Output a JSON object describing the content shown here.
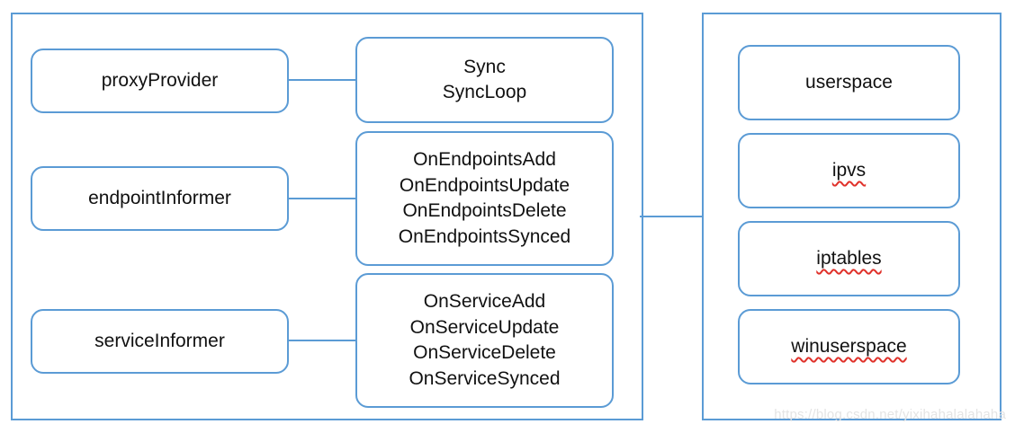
{
  "left_panel": {
    "sources": [
      {
        "label": "proxyProvider"
      },
      {
        "label": "endpointInformer"
      },
      {
        "label": "serviceInformer"
      }
    ],
    "handlers": [
      {
        "lines": [
          "Sync",
          "SyncLoop"
        ]
      },
      {
        "lines": [
          "OnEndpointsAdd",
          "OnEndpointsUpdate",
          "OnEndpointsDelete",
          "OnEndpointsSynced"
        ]
      },
      {
        "lines": [
          "OnServiceAdd",
          "OnServiceUpdate",
          "OnServiceDelete",
          "OnServiceSynced"
        ]
      }
    ]
  },
  "right_panel": {
    "modes": [
      {
        "label": "userspace"
      },
      {
        "label": "ipvs"
      },
      {
        "label": "iptables"
      },
      {
        "label": "winuserspace"
      }
    ]
  },
  "watermark": "https://blog.csdn.net/yixihahalalahaha",
  "colors": {
    "border": "#5b9bd5",
    "spellcheck_underline": "#e0312a"
  }
}
